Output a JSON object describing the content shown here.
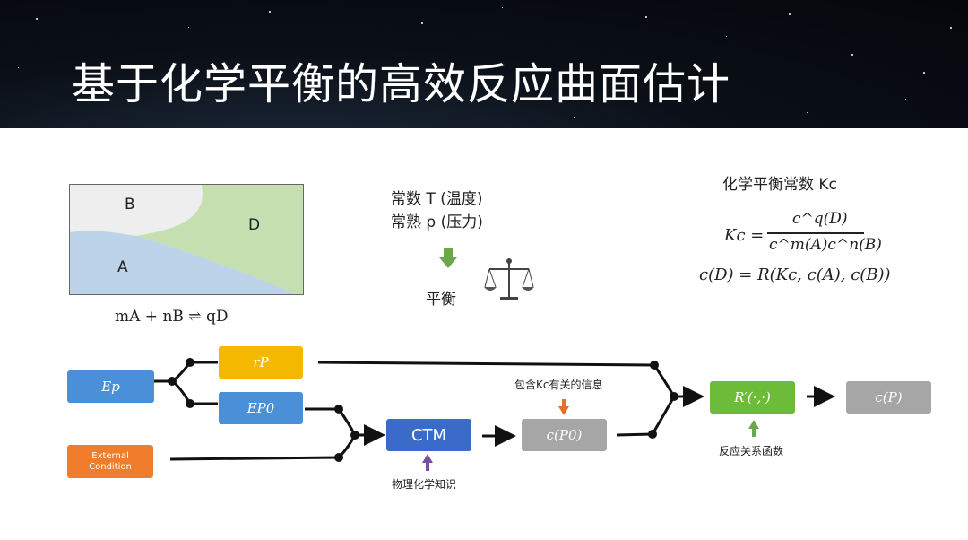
{
  "title": "基于化学平衡的高效反应曲面估计",
  "phase_diagram": {
    "regions": [
      "B",
      "D",
      "A"
    ],
    "equation": "mA + nB ⇌ qD",
    "colors": {
      "A": "#bcd3ea",
      "B": "#eeeeee",
      "D": "#c6dfb0"
    }
  },
  "constants": {
    "line1": "常数 T (温度)",
    "line2": "常熟 p (压力)",
    "balance_label": "平衡",
    "arrow_color": "#6aa84f"
  },
  "equilibrium": {
    "heading": "化学平衡常数 Kc",
    "kc_lhs": "Kc =",
    "kc_num": "c^q(D)",
    "kc_den": "c^m(A)c^n(B)",
    "cd_formula": "c(D) = R(Kc, c(A), c(B))"
  },
  "flow": {
    "ep": "Ep",
    "rp": "rP",
    "ep0": "EP0",
    "external": "External Condition",
    "ctm": "CTM",
    "cp0": "c(P0)",
    "rprime": "R′(·,·)",
    "cp": "c(P)",
    "info_label": "包含Kc有关的信息",
    "knowledge_label": "物理化学知识",
    "function_label": "反应关系函数",
    "colors": {
      "blue": "#4a90d9",
      "yellow": "#f5b800",
      "orange": "#f07d2b",
      "dark_blue": "#3a6bc9",
      "gray": "#a6a6a6",
      "green": "#6cbc3a",
      "purple": "#7b4f9e",
      "red_orange": "#e2702a"
    }
  }
}
